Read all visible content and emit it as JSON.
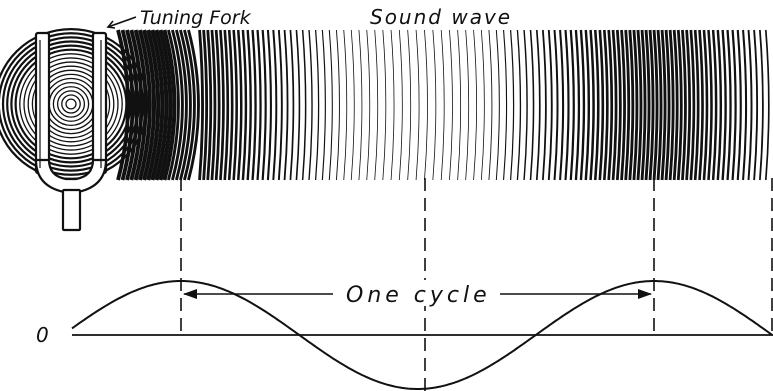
{
  "labels": {
    "tuning_fork": "Tuning Fork",
    "sound_wave": "Sound wave",
    "one_cycle": "One cycle",
    "zero": "0"
  },
  "ink_color": "#111111"
}
